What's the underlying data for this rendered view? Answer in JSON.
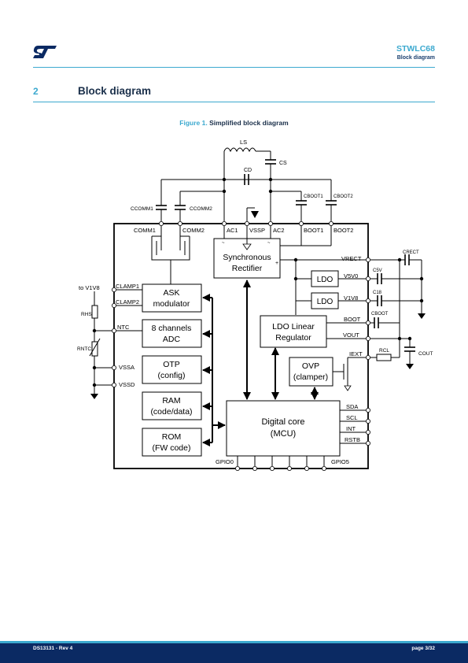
{
  "header": {
    "logo": "ST",
    "title": "STWLC68",
    "subtitle": "Block diagram"
  },
  "section": {
    "number": "2",
    "title": "Block diagram"
  },
  "figure": {
    "label": "Figure 1.",
    "caption": "Simplified block diagram"
  },
  "diagram": {
    "external": {
      "ls": "LS",
      "cs": "CS",
      "cd": "CD",
      "cboot1": "CBOOT1",
      "cboot2": "CBOOT2",
      "ccomm1": "CCOMM1",
      "ccomm2": "CCOMM2",
      "crect": "CRECT",
      "c5v": "C5V",
      "c18": "C18",
      "cboot": "CBOOT",
      "cout": "COUT",
      "rcl": "RCL",
      "rhs": "RHS",
      "rntc": "RNTC",
      "to_v1v8": "to V1V8"
    },
    "pins": {
      "comm1": "COMM1",
      "comm2": "COMM2",
      "ac1": "AC1",
      "vssp": "VSSP",
      "ac2": "AC2",
      "boot1": "BOOT1",
      "boot2": "BOOT2",
      "vrect": "VRECT",
      "v5v0": "V5V0",
      "v1v8": "V1V8",
      "boot": "BOOT",
      "vout": "VOUT",
      "iext": "IEXT",
      "sda": "SDA",
      "scl": "SCL",
      "int": "INT",
      "rstb": "RSTB",
      "clamp1": "CLAMP1",
      "clamp2": "CLAMP2",
      "ntc": "NTC",
      "vssa": "VSSA",
      "vssd": "VSSD",
      "gpio0": "GPIO0",
      "gpio5": "GPIO5"
    },
    "blocks": {
      "sync_rect_1": "Synchronous",
      "sync_rect_2": "Rectifier",
      "ask_1": "ASK",
      "ask_2": "modulator",
      "adc_1": "8 channels",
      "adc_2": "ADC",
      "otp_1": "OTP",
      "otp_2": "(config)",
      "ram_1": "RAM",
      "ram_2": "(code/data)",
      "rom_1": "ROM",
      "rom_2": "(FW code)",
      "ldo_a": "LDO",
      "ldo_b": "LDO",
      "ldo_lin_1": "LDO Linear",
      "ldo_lin_2": "Regulator",
      "ovp_1": "OVP",
      "ovp_2": "(clamper)",
      "core_1": "Digital core",
      "core_2": "(MCU)"
    },
    "marks": {
      "tilde": "~",
      "plus": "+"
    }
  },
  "footer": {
    "left": "DS13131 - Rev 4",
    "right": "page 3/32"
  }
}
